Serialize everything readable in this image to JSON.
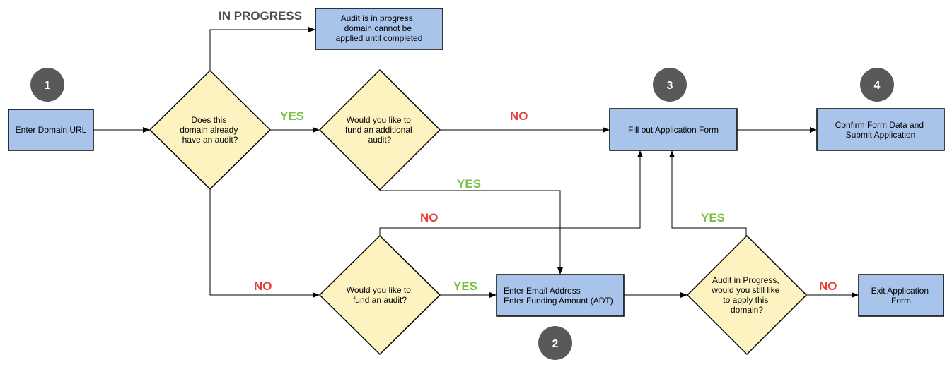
{
  "colors": {
    "process_fill": "#a9c4eb",
    "decision_fill": "#fdf3c1",
    "step_fill": "#595959",
    "yes": "#7bc043",
    "no": "#e5403a",
    "heading": "#4d4d4d"
  },
  "steps": {
    "s1": "1",
    "s2": "2",
    "s3": "3",
    "s4": "4"
  },
  "nodes": {
    "enter_domain": [
      "Enter Domain URL"
    ],
    "has_audit": [
      "Does this",
      "domain already",
      "have an audit?"
    ],
    "in_progress_box": [
      "Audit is in progress,",
      "domain cannot be",
      "applied until completed"
    ],
    "fund_additional": [
      "Would you like to",
      "fund an additional",
      "audit?"
    ],
    "fill_form": [
      "Fill out Application Form"
    ],
    "confirm_submit": [
      "Confirm Form Data and",
      "Submit Application"
    ],
    "fund_audit": [
      "Would you like to",
      "fund an audit?"
    ],
    "enter_email": [
      "Enter Email Address",
      "Enter Funding Amount (ADT)"
    ],
    "still_apply": [
      "Audit in Progress,",
      "would you still like",
      "to apply this",
      "domain?"
    ],
    "exit_form": [
      "Exit Application",
      "Form"
    ]
  },
  "labels": {
    "in_progress": "IN PROGRESS",
    "yes_1": "YES",
    "no_1": "NO",
    "yes_2": "YES",
    "no_2": "NO",
    "no_3": "NO",
    "yes_3": "YES",
    "yes_4": "YES",
    "no_4": "NO"
  }
}
